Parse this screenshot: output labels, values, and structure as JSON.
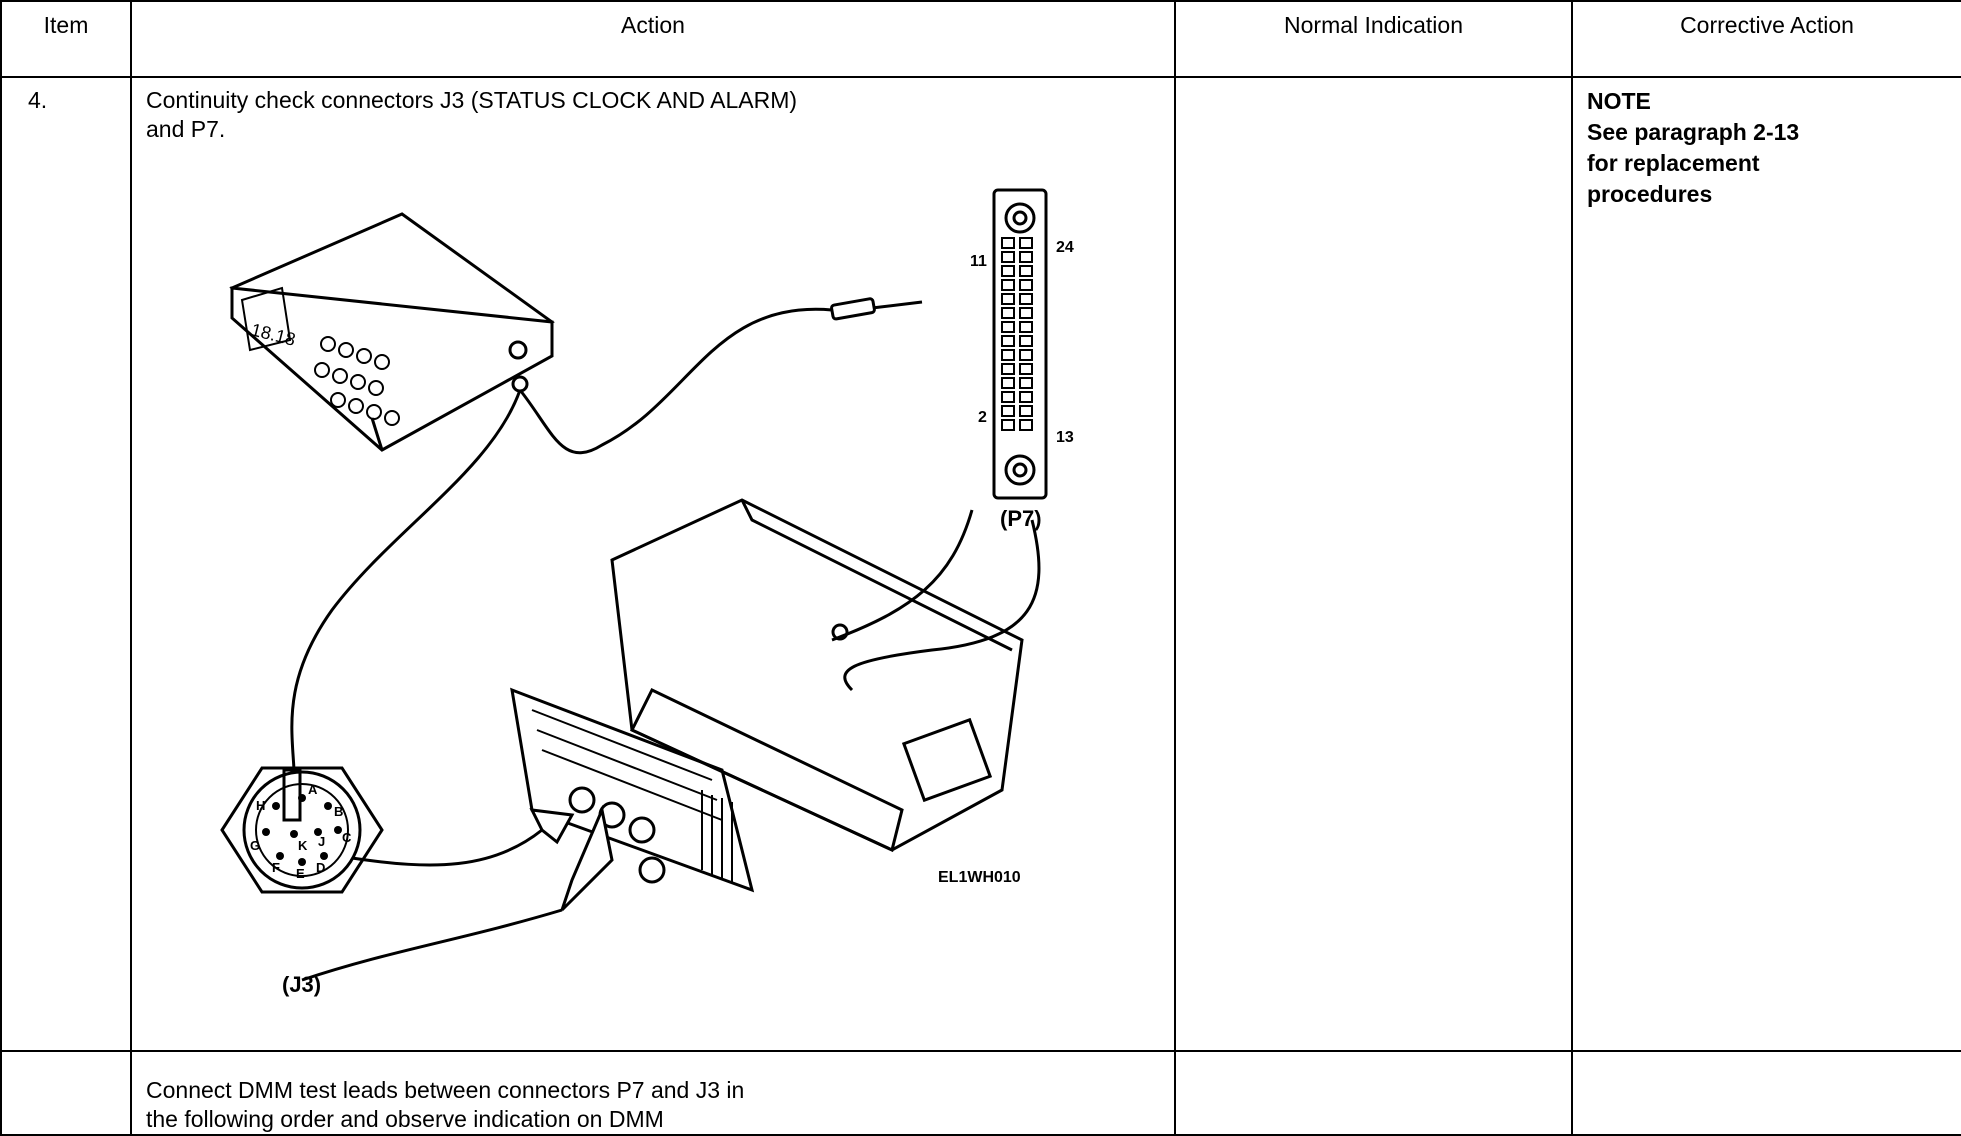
{
  "table": {
    "headers": [
      "Item",
      "Action",
      "Normal Indication",
      "Corrective Action"
    ],
    "item_number": "4.",
    "action_line1": "Continuity check connectors J3 (STATUS CLOCK AND ALARM)",
    "action_line2": "and P7.",
    "note_title": "NOTE",
    "note_lines": [
      "See paragraph 2-13",
      "for replacement",
      "procedures"
    ],
    "bottom_line1": "Connect DMM test leads between connectors P7 and J3 in",
    "bottom_line2": "the following order and observe indication on DMM"
  },
  "figure": {
    "p7_label": "(P7)",
    "p7_pins": [
      "11",
      "24",
      "2",
      "13"
    ],
    "j3_label": "(J3)",
    "j3_pins": [
      "A",
      "B",
      "C",
      "D",
      "E",
      "F",
      "G",
      "H",
      "J",
      "K"
    ],
    "figure_id": "EL1WH010",
    "dmm_display": "18.18"
  }
}
